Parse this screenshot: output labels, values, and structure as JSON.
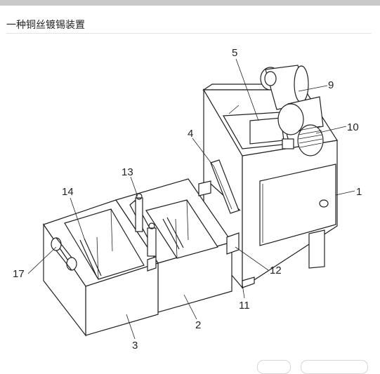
{
  "header": {
    "title": "一种铜丝镀锡装置"
  },
  "figure": {
    "labels": [
      "1",
      "2",
      "3",
      "4",
      "5",
      "9",
      "10",
      "11",
      "12",
      "13",
      "14",
      "17"
    ]
  }
}
